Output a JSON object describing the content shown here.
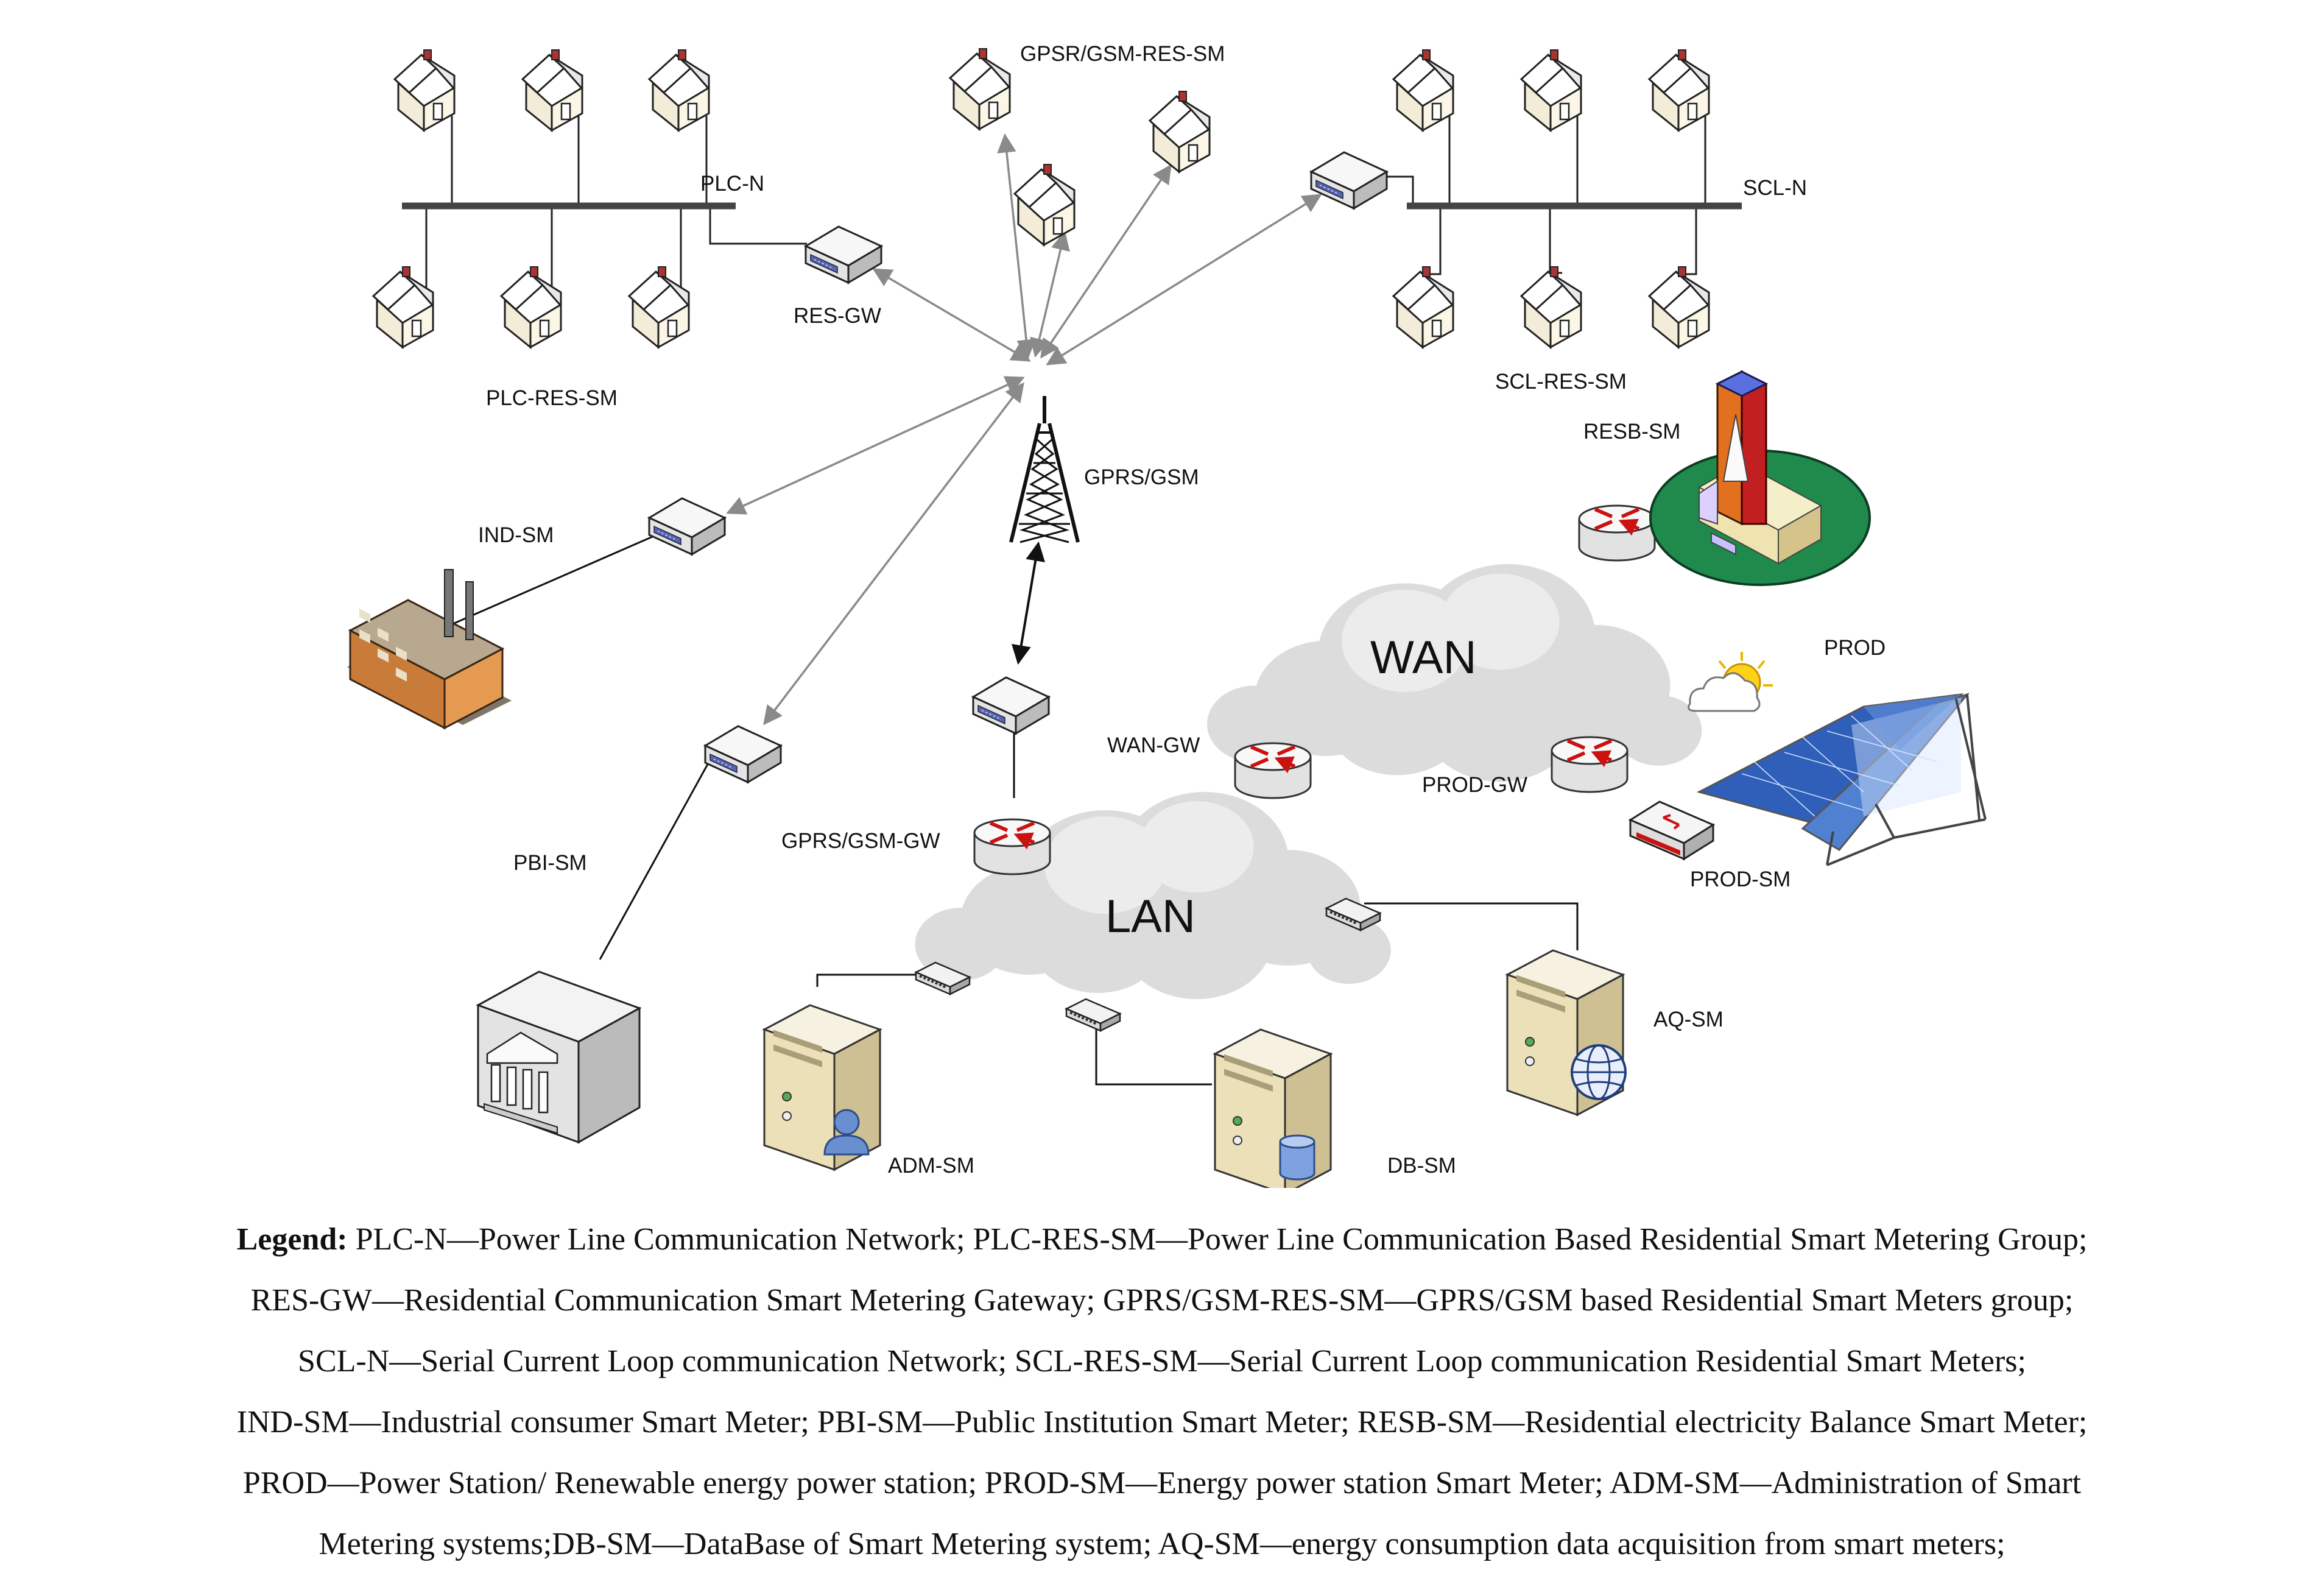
{
  "labels": {
    "plc_n": "PLC-N",
    "plc_res_sm": "PLC-RES-SM",
    "res_gw": "RES-GW",
    "gpsr_gsm_res_sm": "GPSR/GSM-RES-SM",
    "scl_n": "SCL-N",
    "scl_res_sm": "SCL-RES-SM",
    "ind_sm": "IND-SM",
    "gprs_gsm": "GPRS/GSM",
    "resb_sm": "RESB-SM",
    "wan": "WAN",
    "prod": "PROD",
    "wan_gw": "WAN-GW",
    "prod_gw": "PROD-GW",
    "pbi_sm": "PBI-SM",
    "gprs_gsm_gw": "GPRS/GSM-GW",
    "lan": "LAN",
    "prod_sm": "PROD-SM",
    "aq_sm": "AQ-SM",
    "adm_sm": "ADM-SM",
    "db_sm": "DB-SM"
  },
  "icons": {
    "house": "house-icon",
    "gateway": "gateway-box-icon",
    "tower": "gsm-tower-icon",
    "router": "router-icon",
    "switch": "network-switch-icon",
    "server": "server-icon",
    "factory": "factory-icon",
    "institution": "public-institution-icon",
    "building": "residential-building-icon",
    "solar": "solar-panel-icon",
    "weather": "sun-cloud-icon",
    "cloud": "network-cloud-icon"
  },
  "colors": {
    "wireless_link": "#888888",
    "bus": "#444444",
    "router_arrow": "#cc1111"
  },
  "legend": {
    "lead": "Legend:",
    "line1": " PLC-N—Power Line Communication Network; PLC-RES-SM—Power Line Communication Based Residential Smart Metering Group;",
    "line2": "RES-GW—Residential Communication Smart Metering Gateway; GPRS/GSM-RES-SM—GPRS/GSM based Residential Smart Meters group;",
    "line3": "SCL-N—Serial Current Loop communication Network; SCL-RES-SM—Serial Current Loop communication Residential Smart Meters;",
    "line4": "IND-SM—Industrial consumer Smart Meter; PBI-SM—Public Institution Smart Meter; RESB-SM—Residential electricity Balance Smart Meter;",
    "line5": "PROD—Power Station/ Renewable energy power station; PROD-SM—Energy power station Smart Meter; ADM-SM—Administration of Smart",
    "line6": "Metering systems;DB-SM—DataBase of Smart Metering system; AQ-SM—energy consumption data acquisition from smart meters;"
  }
}
